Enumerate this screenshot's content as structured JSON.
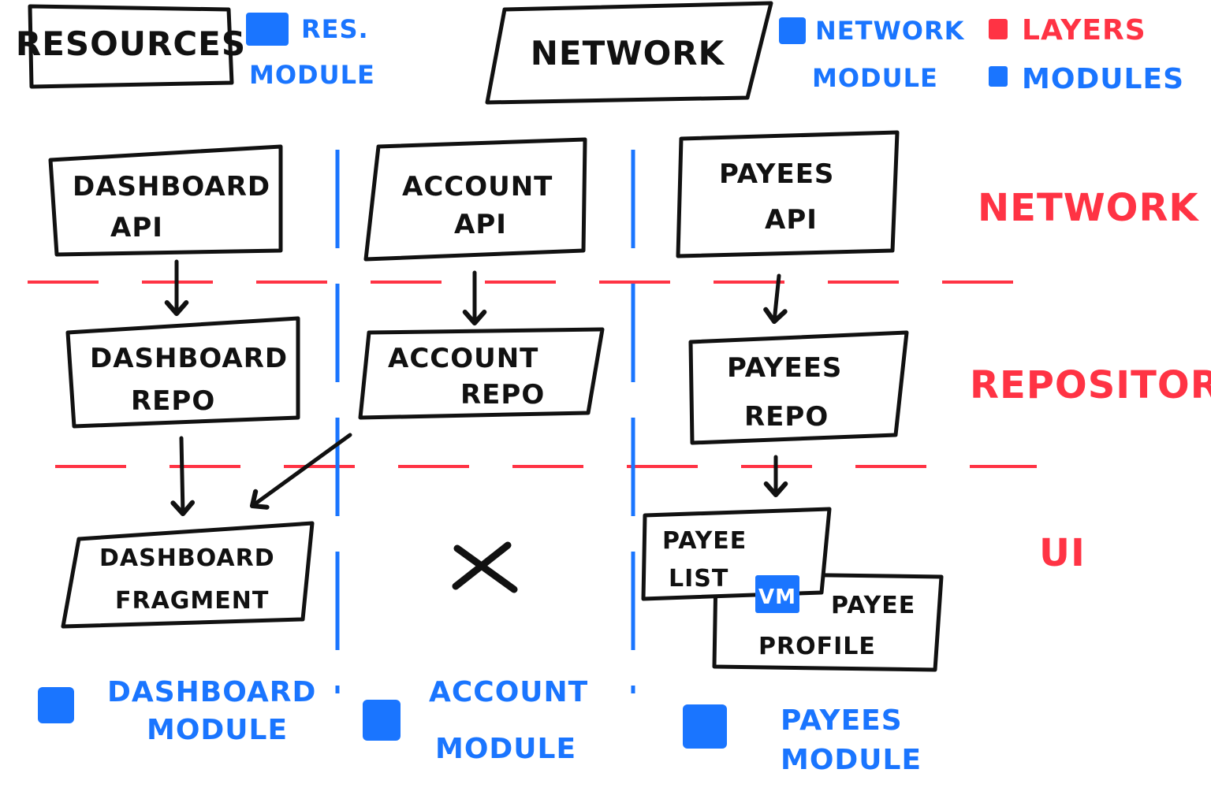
{
  "colors": {
    "layer": "#ff3344",
    "module": "#1a75ff",
    "ink": "#111111"
  },
  "top": {
    "resources_box": [
      "Resources"
    ],
    "res_module": [
      "Res.",
      "Module"
    ],
    "network_box": [
      "Network"
    ],
    "network_module": [
      "Network",
      "Module"
    ]
  },
  "legend": {
    "layers": "Layers",
    "modules": "Modules"
  },
  "layers": {
    "network": "Network",
    "repository": "Repository",
    "ui": "UI"
  },
  "boxes": {
    "dashboard_api": [
      "Dashboard",
      "Api"
    ],
    "account_api": [
      "Account",
      "Api"
    ],
    "payees_api": [
      "Payees",
      "Api"
    ],
    "dashboard_repo": [
      "Dashboard",
      "Repo"
    ],
    "account_repo": [
      "Account",
      "Repo"
    ],
    "payees_repo": [
      "Payees",
      "Repo"
    ],
    "dashboard_fragment": [
      "Dashboard",
      "Fragment"
    ],
    "payee_list": [
      "Payee",
      "List"
    ],
    "payee_profile": [
      "Payee",
      "Profile"
    ],
    "vm_badge": "VM"
  },
  "modules": {
    "dashboard": [
      "Dashboard",
      "Module"
    ],
    "account": [
      "Account",
      "Module"
    ],
    "payees": [
      "Payees",
      "Module"
    ]
  },
  "icons": {
    "module_icon": "module-square-icon",
    "layer_icon": "layer-square-icon",
    "no_ui_icon": "cross-icon"
  }
}
